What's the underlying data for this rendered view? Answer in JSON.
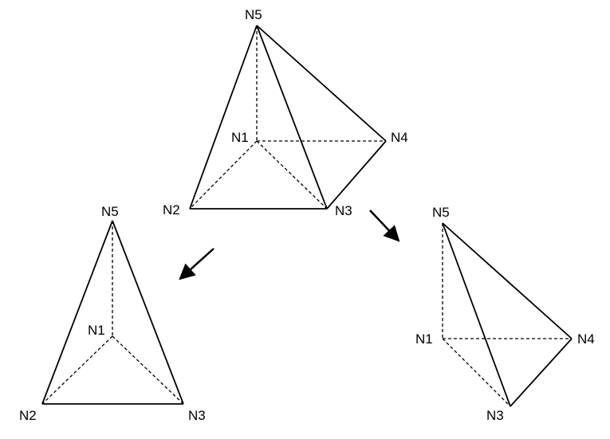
{
  "diagram": {
    "top": {
      "n1": "N1",
      "n2": "N2",
      "n3": "N3",
      "n4": "N4",
      "n5": "N5"
    },
    "left": {
      "n1": "N1",
      "n2": "N2",
      "n3": "N3",
      "n5": "N5"
    },
    "right": {
      "n1": "N1",
      "n3": "N3",
      "n4": "N4",
      "n5": "N5"
    }
  }
}
